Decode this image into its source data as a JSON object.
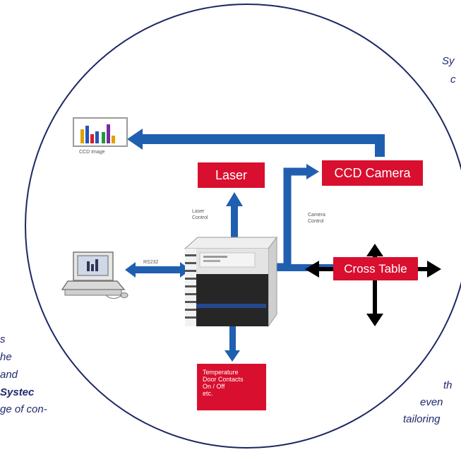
{
  "side_text": {
    "top_right_1": "Sy",
    "top_right_2": "c",
    "left_1": "s",
    "left_2": "he",
    "left_3": "and",
    "left_4": "Systec",
    "left_5": "ge of con-",
    "right_1": "th",
    "right_2": "even",
    "right_3": "tailoring"
  },
  "diagram": {
    "ccd_image_label": "CCD Image",
    "laser_label": "Laser",
    "ccd_camera_label": "CCD Camera",
    "laser_control_label": "Laser\nControl",
    "camera_control_label": "Camera\nControl",
    "rs232_label": "RS232",
    "cross_table_label": "Cross Table",
    "temperature_label": "Temperature\nDoor Contacts\nOn / Off\netc."
  },
  "colors": {
    "arrow_blue": "#1f5fb0",
    "box_red": "#d90f2f",
    "circle_navy": "#1c2765",
    "text_navy": "#1f2a6d"
  }
}
